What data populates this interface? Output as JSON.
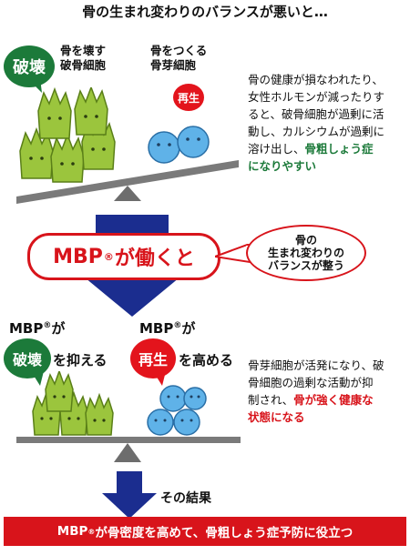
{
  "title": "骨の生まれ変わりのバランスが悪いと…",
  "top": {
    "badge_destroy": "破壊",
    "label_destroyer_1": "骨を壊す",
    "label_destroyer_2": "破骨細胞",
    "label_builder_1": "骨をつくる",
    "label_builder_2": "骨芽細胞",
    "badge_regen": "再生",
    "paragraph_lines": [
      "骨の健康が損なわれたり、",
      "女性ホルモンが減ったりす",
      "ると、破骨細胞が過剰に活",
      "動し、カルシウムが過剰に",
      "溶け出し、"
    ],
    "paragraph_highlight_1": "骨粗しょう症",
    "paragraph_highlight_2": "になりやすい"
  },
  "middle": {
    "mbp_text": "MBP",
    "mbp_reg": "®",
    "mbp_action": "が働くと",
    "bubble_1": "骨の",
    "bubble_2": "生まれ変わりの",
    "bubble_3": "バランスが整う"
  },
  "bottom": {
    "mbp_left": "MBP",
    "mbp_left_suffix": "が",
    "mbp_right": "MBP",
    "mbp_right_suffix": "が",
    "reg_mark": "®",
    "badge_destroy": "破壊",
    "action_destroy": "を抑える",
    "badge_regen": "再生",
    "action_regen": "を高める",
    "paragraph_lines": [
      "骨芽細胞が活発になり、破",
      "骨細胞の過剰な活動が抑",
      "制され、"
    ],
    "paragraph_highlight_1": "骨が強く健康な",
    "paragraph_highlight_2": "状態になる"
  },
  "result": {
    "label": "その結果",
    "bar_text": "MBP",
    "bar_reg": "®",
    "bar_rest": "が骨密度を高めて、骨粗しょう症予防に役立つ"
  },
  "colors": {
    "green": "#1c7a3a",
    "red": "#d8141b",
    "navy": "#1b2d8f",
    "osteoclast": "#9bc53d",
    "osteoblast": "#5fb2e8",
    "fulcrum": "#6d6d6d"
  }
}
